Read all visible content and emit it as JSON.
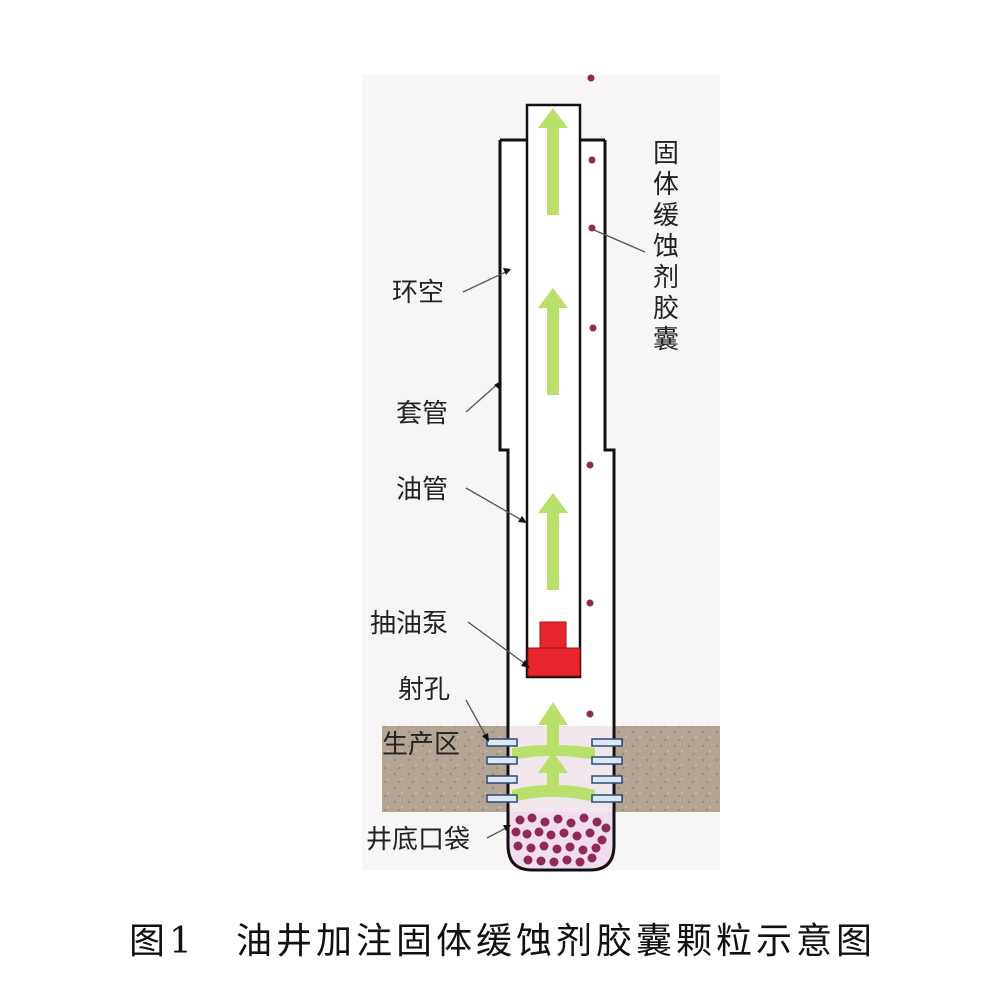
{
  "labels": {
    "annulus": "环空",
    "casing": "套管",
    "tubing": "油管",
    "pump": "抽油泵",
    "perforation": "射孔",
    "production_zone": "生产区",
    "rathole": "井底口袋",
    "capsule": "固体缓蚀剂胶囊"
  },
  "caption": "图1　油井加注固体缓蚀剂胶囊颗粒示意图",
  "colors": {
    "background_panel": "#f7f5f5",
    "formation": "#b3a493",
    "flow_arrow": "#b8e06a",
    "pump": "#e8262b",
    "capsule": "#8e2a55",
    "rathole_fill": "#f2dcef",
    "perforation": "#dce8f5"
  }
}
